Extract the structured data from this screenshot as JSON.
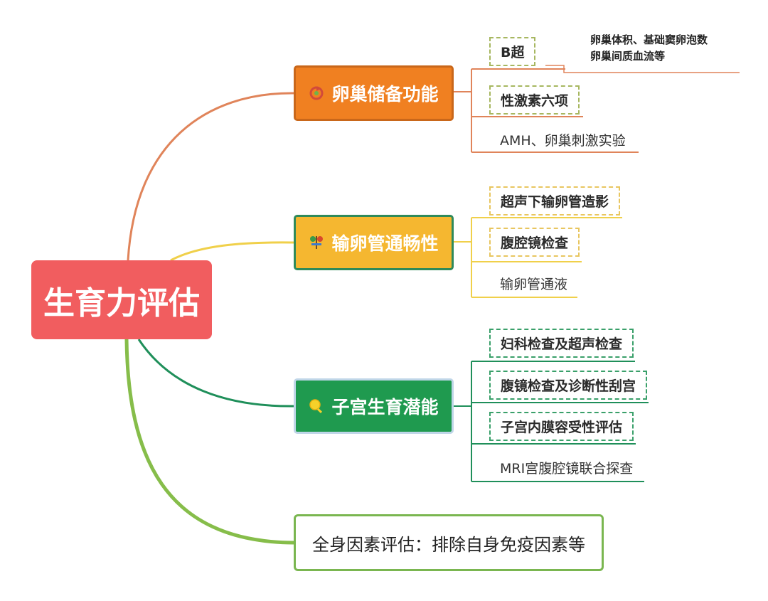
{
  "root": {
    "label": "生育力评估"
  },
  "branches": [
    {
      "id": "ovary",
      "label": "卵巢储备功能",
      "icon": "cycle-icon",
      "color": "#f08021",
      "leaves": [
        {
          "label": "B超",
          "style": "dashed"
        },
        {
          "label": "性激素六项",
          "style": "dashed"
        },
        {
          "label": "AMH、卵巢刺激实验",
          "style": "plain"
        }
      ],
      "note": {
        "line1": "卵巢体积、基础窦卵泡数",
        "line2": "卵巢间质血流等"
      }
    },
    {
      "id": "tube",
      "label": "输卵管通畅性",
      "icon": "route-sign-icon",
      "color": "#f5b730",
      "leaves": [
        {
          "label": "超声下输卵管造影",
          "style": "dashed"
        },
        {
          "label": "腹腔镜检查",
          "style": "dashed"
        },
        {
          "label": "输卵管通液",
          "style": "plain"
        }
      ]
    },
    {
      "id": "uterus",
      "label": "子宫生育潜能",
      "icon": "magnifier-icon",
      "color": "#1f9a4f",
      "leaves": [
        {
          "label": "妇科检查及超声检查",
          "style": "dashed"
        },
        {
          "label": "腹镜检查及诊断性刮宫",
          "style": "dashed"
        },
        {
          "label": "子宫内膜容受性评估",
          "style": "dashed"
        },
        {
          "label": "MRI宫腹腔镜联合探查",
          "style": "plain"
        }
      ]
    },
    {
      "id": "whole",
      "label": "全身因素评估：排除自身免疫因素等",
      "color": "#7ab650"
    }
  ],
  "colors": {
    "root": "#f15d5f",
    "ovary_line": "#e0845a",
    "tube_line": "#f0d04a",
    "uterus_line": "#1f8f5a",
    "whole_line": "#86bd4a"
  }
}
